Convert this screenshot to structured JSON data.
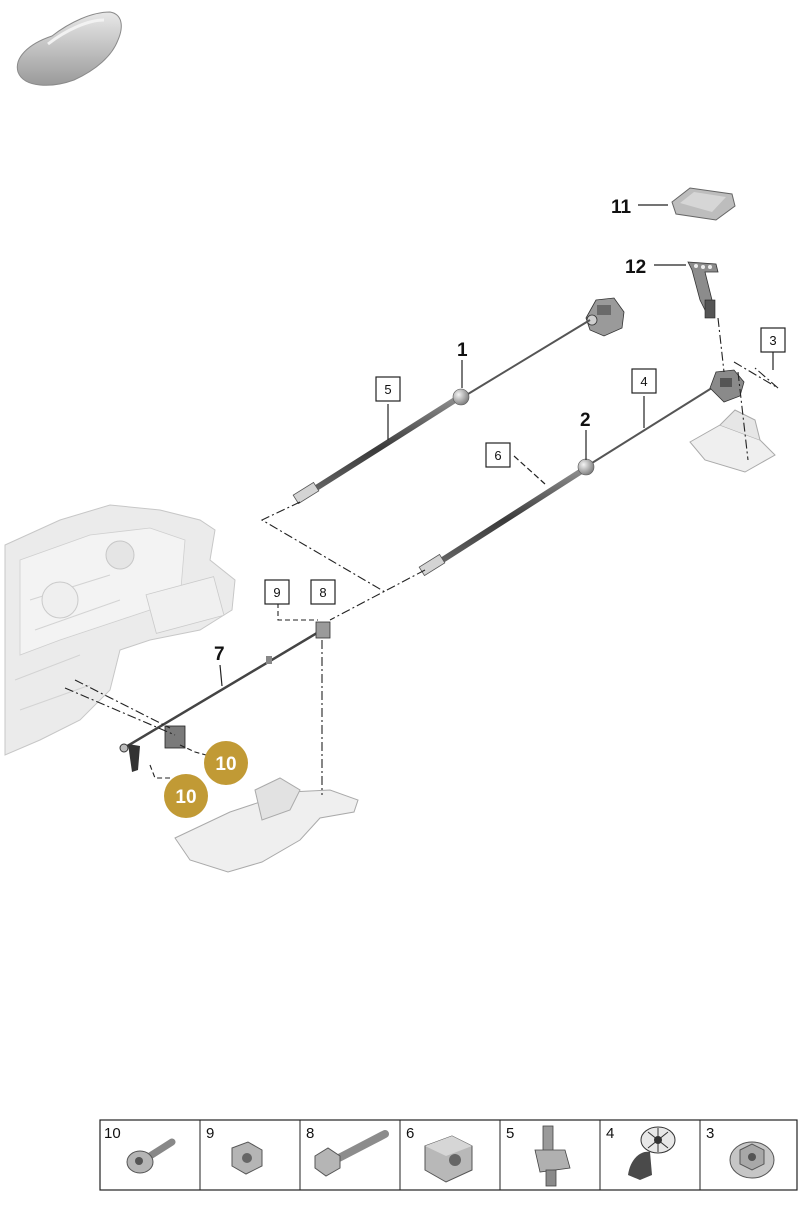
{
  "callouts": {
    "c1": "1",
    "c2": "2",
    "c7": "7",
    "c11": "11",
    "c12": "12"
  },
  "boxed_callouts": {
    "b3": "3",
    "b4": "4",
    "b5": "5",
    "b6": "6",
    "b8": "8",
    "b9": "9"
  },
  "badges": {
    "upper": "10",
    "lower": "10"
  },
  "parts_strip": [
    {
      "num": "10",
      "icon": "bolt-icon"
    },
    {
      "num": "9",
      "icon": "nut-icon"
    },
    {
      "num": "8",
      "icon": "long-bolt-icon"
    },
    {
      "num": "6",
      "icon": "block-clip-icon"
    },
    {
      "num": "5",
      "icon": "cable-clip-icon"
    },
    {
      "num": "4",
      "icon": "rosette-clip-icon"
    },
    {
      "num": "3",
      "icon": "flange-nut-icon"
    }
  ],
  "colors": {
    "badge": "#c19a35",
    "line": "#222222",
    "part_light": "#e6e6e6",
    "part_mid": "#b8b8b8",
    "part_dark": "#5a5a5a"
  }
}
